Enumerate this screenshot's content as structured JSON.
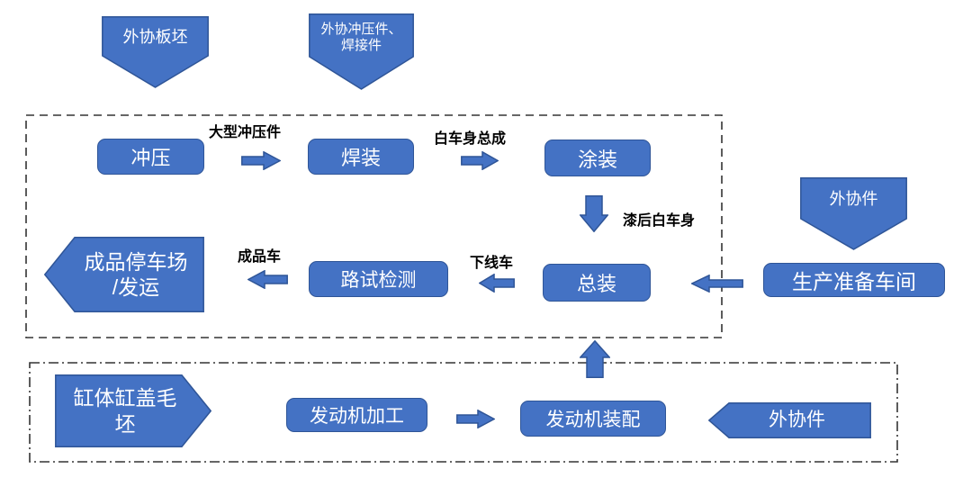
{
  "colors": {
    "shape_fill": "#4472C4",
    "shape_border": "#2F5597",
    "shape_text": "#FFFFFF",
    "label_text": "#000000",
    "boundary": "#333333",
    "background": "#FFFFFF"
  },
  "supplier_inputs": {
    "sheet_blank": {
      "label": "外协板坯"
    },
    "stamp_weld_parts": {
      "line1": "外协冲压件、",
      "line2": "焊接件"
    },
    "purchased_parts_vehicle": {
      "label": "外协件"
    },
    "engine_blanks": {
      "line1": "缸体缸盖毛",
      "line2": "坯"
    },
    "purchased_parts_engine": {
      "label": "外协件"
    }
  },
  "vehicle_plant": {
    "stamping": "冲压",
    "welding": "焊装",
    "painting": "涂装",
    "final_assembly": "总装",
    "road_test": "路试检测",
    "prep_workshop": "生产准备车间",
    "finished_parking": {
      "line1": "成品停车场",
      "line2": "/发运"
    }
  },
  "engine_plant": {
    "machining": "发动机加工",
    "assembly": "发动机装配"
  },
  "flow_labels": {
    "large_stampings": "大型冲压件",
    "body_in_white": "白车身总成",
    "painted_body": "漆后白车身",
    "finished_vehicle": "成品车",
    "offline_vehicle": "下线车"
  }
}
